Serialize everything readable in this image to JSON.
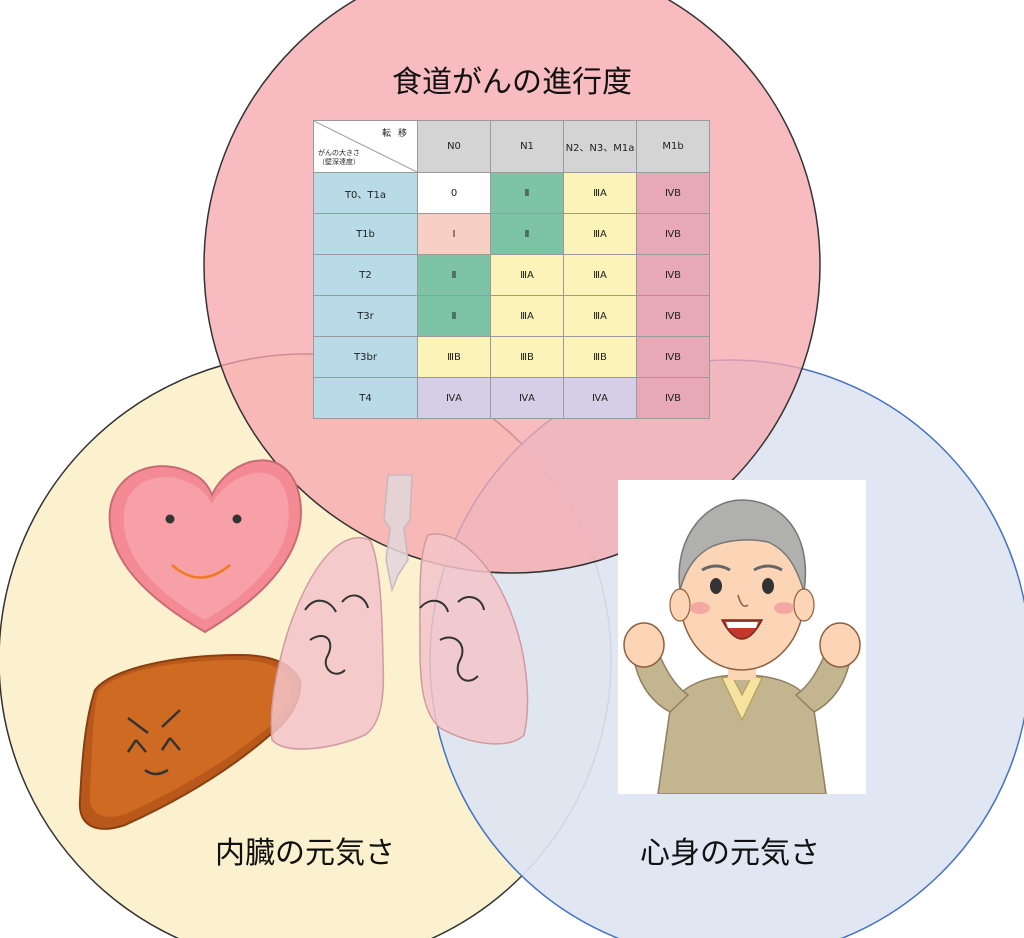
{
  "diagram": {
    "circles": {
      "top": {
        "label": "食道がんの進行度",
        "fill": "#f6b3b7",
        "stroke": "#333333"
      },
      "left": {
        "label": "内臓の元気さ",
        "fill": "#fcf1cf",
        "stroke": "#333333"
      },
      "right": {
        "label": "心身の元気さ",
        "fill": "#dde5f2",
        "stroke": "#4472c4"
      }
    },
    "icons": [
      "heart-character-icon",
      "liver-character-icon",
      "lungs-character-icon",
      "elderly-man-cheering-icon"
    ]
  },
  "stage_table": {
    "corner_top": "転 移",
    "corner_bottom_line1": "がんの大きさ",
    "corner_bottom_line2": "（壁深達度）",
    "columns": [
      "N0",
      "N1",
      "N2、N3、M1a",
      "M1b"
    ],
    "rows": [
      {
        "label": "T0、T1a",
        "cells": [
          "0",
          "Ⅱ",
          "ⅢA",
          "ⅣB"
        ]
      },
      {
        "label": "T1b",
        "cells": [
          "Ⅰ",
          "Ⅱ",
          "ⅢA",
          "ⅣB"
        ]
      },
      {
        "label": "T2",
        "cells": [
          "Ⅱ",
          "ⅢA",
          "ⅢA",
          "ⅣB"
        ]
      },
      {
        "label": "T3r",
        "cells": [
          "Ⅱ",
          "ⅢA",
          "ⅢA",
          "ⅣB"
        ]
      },
      {
        "label": "T3br",
        "cells": [
          "ⅢB",
          "ⅢB",
          "ⅢB",
          "ⅣB"
        ]
      },
      {
        "label": "T4",
        "cells": [
          "ⅣA",
          "ⅣA",
          "ⅣA",
          "ⅣB"
        ]
      }
    ],
    "stage_colors": {
      "0": "#ffffff",
      "Ⅰ": "#f7cfc3",
      "Ⅱ": "#7dc4a6",
      "ⅢA": "#fbf3b7",
      "ⅢB": "#fbf3b7",
      "ⅣA": "#d6cde6",
      "ⅣB": "#e8a9b6"
    }
  }
}
